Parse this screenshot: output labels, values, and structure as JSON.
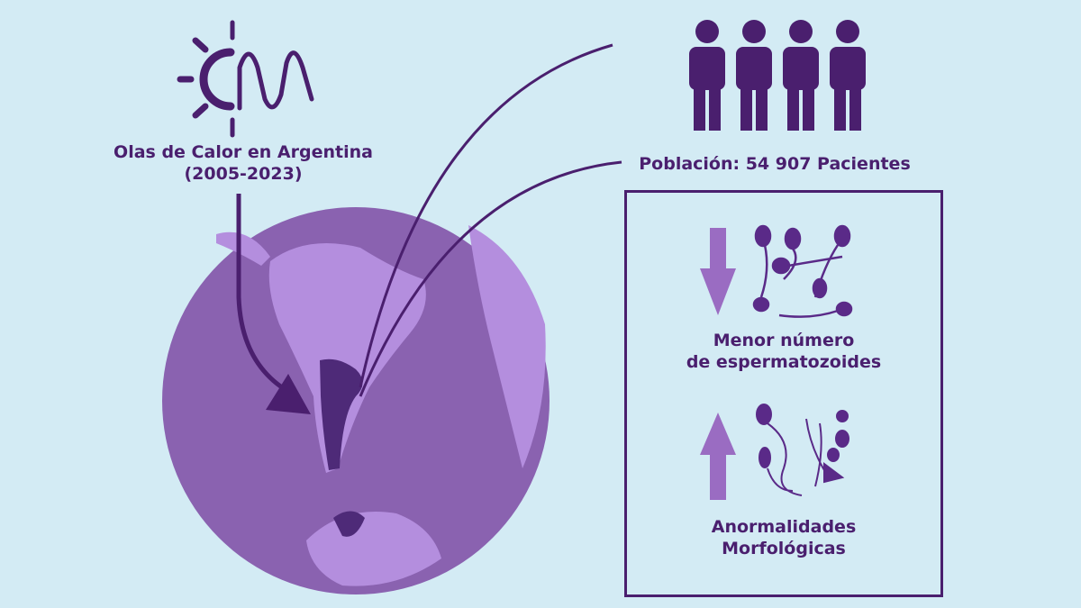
{
  "heatwave": {
    "title": "Olas de Calor en Argentina",
    "period": "(2005-2023)",
    "icon": "sun-wave-icon"
  },
  "population": {
    "label": "Población: 54 907 Pacientes",
    "icon": "people-icon"
  },
  "findings": [
    {
      "direction": "down",
      "line1": "Menor número",
      "line2": "de espermatozoides",
      "icon": "sperm-cluster-icon"
    },
    {
      "direction": "up",
      "line1": "Anormalidades",
      "line2": "Morfológicas",
      "icon": "abnormal-sperm-icon"
    }
  ],
  "colors": {
    "background": "#d3ebf4",
    "dark_purple": "#4a1f6e",
    "globe": "#8a62b0",
    "land": "#b48ede",
    "arrow": "#9a6cc2"
  }
}
